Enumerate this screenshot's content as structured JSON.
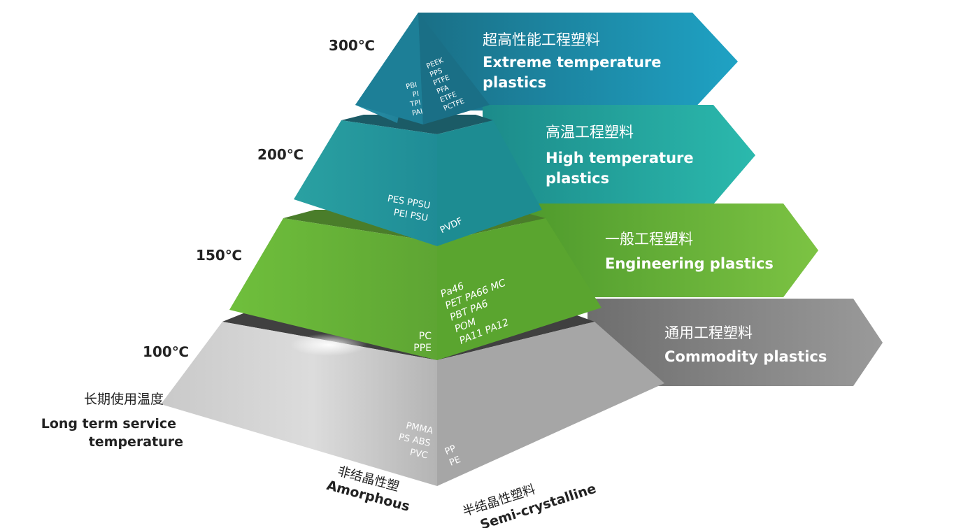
{
  "tiers": [
    {
      "id": "extreme",
      "temp": "300℃",
      "cn": "超高性能工程塑料",
      "en_lines": [
        "Extreme temperature",
        "plastics"
      ],
      "left": [
        "PBI",
        "PI",
        "TPI",
        "PAI"
      ],
      "right": [
        "PEEK",
        "PPS",
        "PTFE",
        "PFA",
        "ETFE",
        "PCTFE"
      ],
      "color": "#1f93ad"
    },
    {
      "id": "high",
      "temp": "200℃",
      "cn": "高温工程塑料",
      "en_lines": [
        "High temperature",
        "plastics"
      ],
      "left": [
        "PES PPSU",
        "PEI PSU"
      ],
      "right": [
        "PVDF"
      ],
      "color": "#25a3a5"
    },
    {
      "id": "engineering",
      "temp": "150℃",
      "cn": "一般工程塑料",
      "en_lines": [
        "Engineering plastics"
      ],
      "left": [
        "PC",
        "PPE"
      ],
      "right": [
        "Pa46",
        "PET PA66 MC",
        "PBT PA6",
        "POM",
        "PA11 PA12"
      ],
      "color": "#6cbd3b"
    },
    {
      "id": "commodity",
      "temp": "100℃",
      "cn": "通用工程塑料",
      "en_lines": [
        "Commodity plastics"
      ],
      "left": [
        "PMMA",
        "PS ABS",
        "PVC"
      ],
      "right": [
        "PP",
        "PE"
      ],
      "color": "#8b8b8b"
    }
  ],
  "axis": {
    "cn": "长期使用温度",
    "en_lines": [
      "Long term service",
      "temperature"
    ]
  },
  "amorphous": {
    "cn": "非结晶性塑",
    "en": "Amorphous"
  },
  "semicrystalline": {
    "cn": "半结晶性塑料",
    "en": "Semi-crystalline"
  }
}
